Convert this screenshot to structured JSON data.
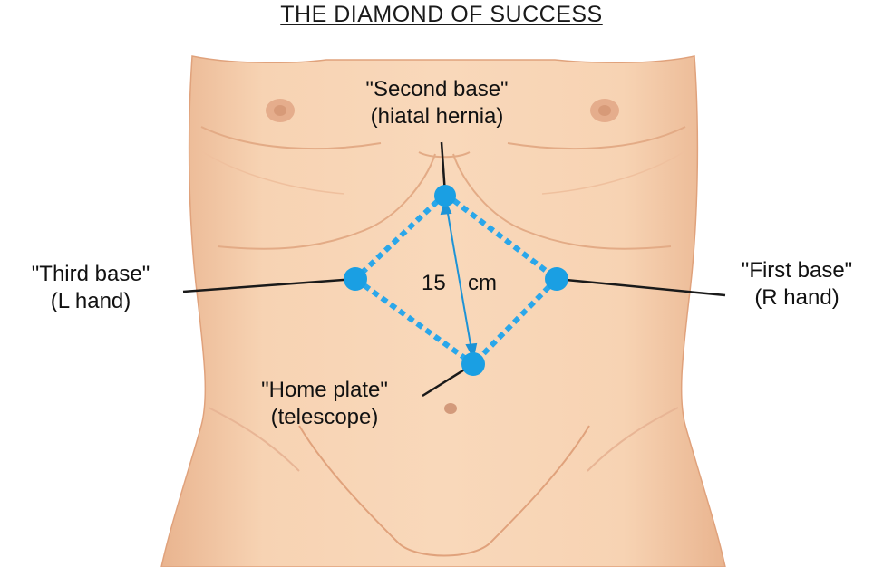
{
  "title": "THE DIAMOND OF SUCCESS",
  "labels": {
    "second_base": {
      "name": "\"Second base\"",
      "role": "(hiatal hernia)"
    },
    "third_base": {
      "name": "\"Third base\"",
      "role": "(L hand)"
    },
    "first_base": {
      "name": "\"First base\"",
      "role": "(R hand)"
    },
    "home_plate": {
      "name": "\"Home plate\"",
      "role": "(telescope)"
    }
  },
  "measurement": {
    "value": "15",
    "unit": "cm"
  },
  "colors": {
    "skin": "#f6cfae",
    "skin_shadow": "#e3ab86",
    "port": "#1a9fe3",
    "diamond_line": "#2aa7ea",
    "leader_line": "#1a1a1a"
  }
}
